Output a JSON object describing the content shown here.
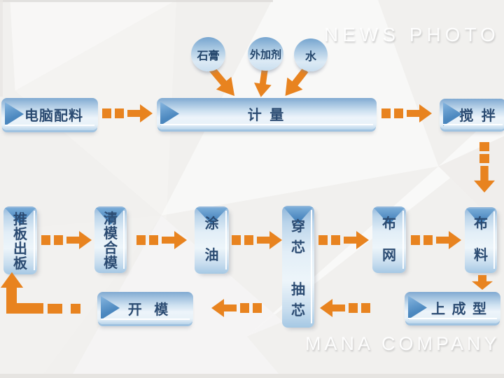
{
  "watermarks": {
    "top": "NEWS PHOTO",
    "bottom": "MANA COMPANY"
  },
  "colors": {
    "arrow_orange": "#E8831F",
    "chevron_blue": "#4080B8",
    "box_fill_light": "#EDF5FA",
    "box_fill_dark": "#7FA9D1",
    "label_text": "#2B4B72"
  },
  "ingredients": [
    {
      "label": "石膏"
    },
    {
      "label": "外加剂"
    },
    {
      "label": "水"
    }
  ],
  "steps": {
    "computer_batching": "电脑配料",
    "measuring": "计 量",
    "stirring": "搅 拌",
    "push_board_out": "推\n板\n出\n板",
    "clean_close_mold": "清\n模\n合\n模",
    "oiling": "涂\n油",
    "core_insert_extract": "穿\n芯\n\n抽\n芯",
    "lay_mesh": "布\n网",
    "lay_material": "布\n料",
    "forming": "上 成 型",
    "open_mold": "开 模"
  }
}
